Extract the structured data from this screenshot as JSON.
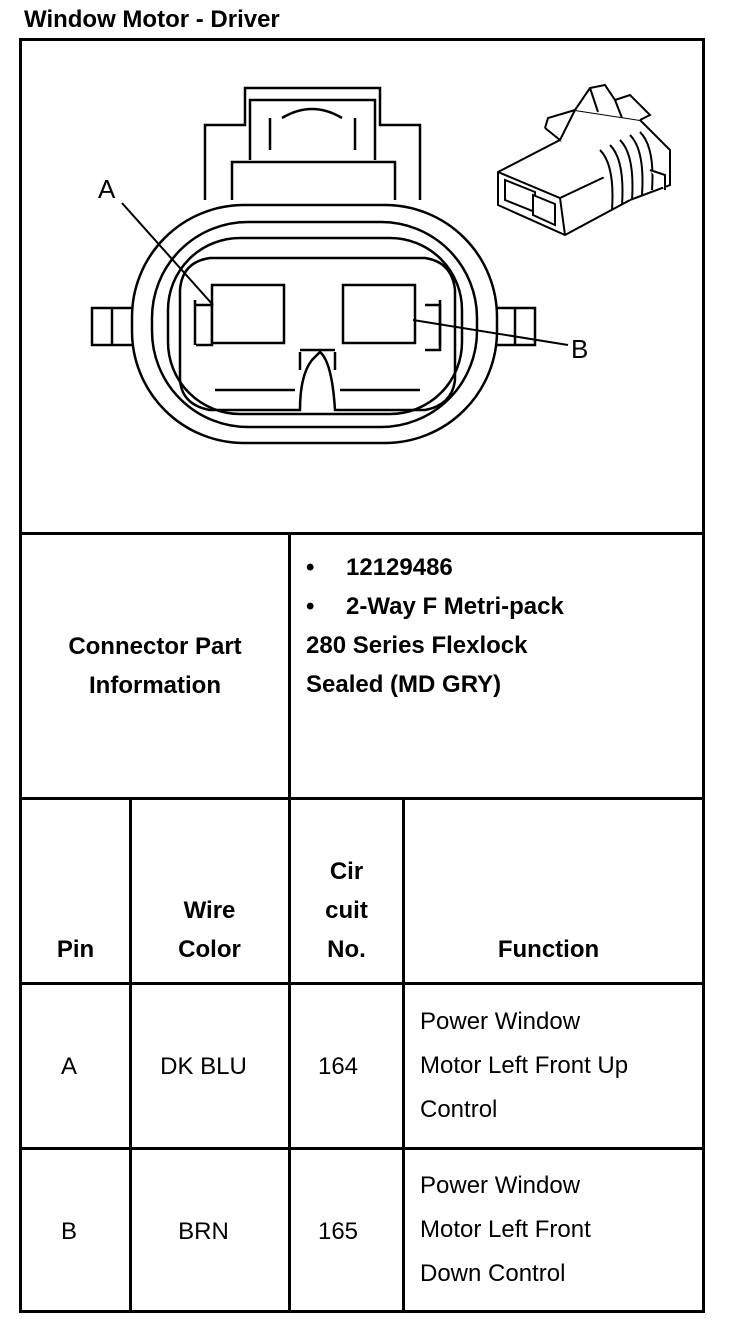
{
  "title": "Window Motor - Driver",
  "diagram": {
    "pin_a_label": "A",
    "pin_b_label": "B"
  },
  "part_info": {
    "label_line1": "Connector Part",
    "label_line2": "Information",
    "bullet1": "12129486",
    "bullet2": "2-Way F Metri-pack",
    "line3": "280 Series Flexlock",
    "line4": "Sealed (MD GRY)"
  },
  "table": {
    "headers": {
      "pin": "Pin",
      "wire_line1": "Wire",
      "wire_line2": "Color",
      "circuit_line1": "Cir",
      "circuit_line2": "cuit",
      "circuit_line3": "No.",
      "function": "Function"
    },
    "rows": [
      {
        "pin": "A",
        "color": "DK BLU",
        "circuit": "164",
        "function": [
          "Power Window",
          "Motor Left Front Up",
          "Control"
        ]
      },
      {
        "pin": "B",
        "color": "BRN",
        "circuit": "165",
        "function": [
          "Power Window",
          "Motor Left Front",
          "Down Control"
        ]
      }
    ]
  }
}
